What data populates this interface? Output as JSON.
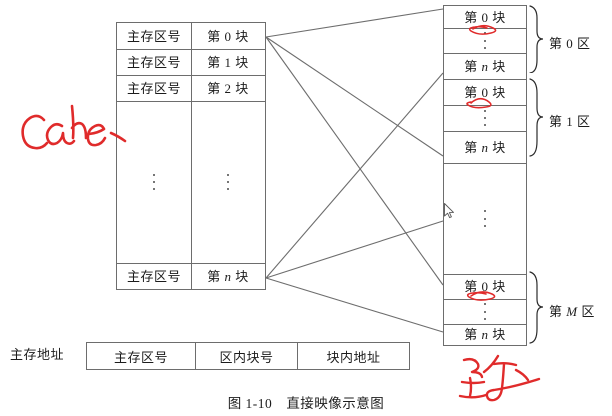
{
  "figure": {
    "caption_number": "图 1-10",
    "caption_text": "直接映像示意图"
  },
  "cache_block": {
    "annotation": "Cache",
    "annotation_color": "#e02b2b",
    "tag_label": "主存区号",
    "rows": [
      {
        "tag": "主存区号",
        "block": "第 0 块"
      },
      {
        "tag": "主存区号",
        "block": "第 1 块"
      },
      {
        "tag": "主存区号",
        "block": "第 2 块"
      },
      {
        "tag": "⋮",
        "block": "⋮"
      },
      {
        "tag": "主存区号",
        "block": "第 n 块"
      }
    ]
  },
  "main_memory": {
    "rows": [
      {
        "label": "第 0 块",
        "marked": true
      },
      {
        "label": "⋮",
        "marked": false
      },
      {
        "label": "第 n 块",
        "marked": false
      },
      {
        "label": "第 0 块",
        "marked": true
      },
      {
        "label": "⋮",
        "marked": false
      },
      {
        "label": "第 n 块",
        "marked": false
      },
      {
        "label": "⋮",
        "marked": false
      },
      {
        "label": "第 0 块",
        "marked": true
      },
      {
        "label": "⋮",
        "marked": false
      },
      {
        "label": "第 n 块",
        "marked": false
      }
    ],
    "regions": [
      {
        "label": "第 0 区"
      },
      {
        "label": "第 1 区"
      },
      {
        "label": "第 M 区"
      }
    ]
  },
  "address_format": {
    "label": "主存地址",
    "fields": [
      {
        "name": "主存区号"
      },
      {
        "name": "区内块号"
      },
      {
        "name": "块内地址"
      }
    ]
  },
  "colors": {
    "line": "#6d6d6d",
    "ink": "#e02b2b",
    "text": "#1c1c1c"
  }
}
